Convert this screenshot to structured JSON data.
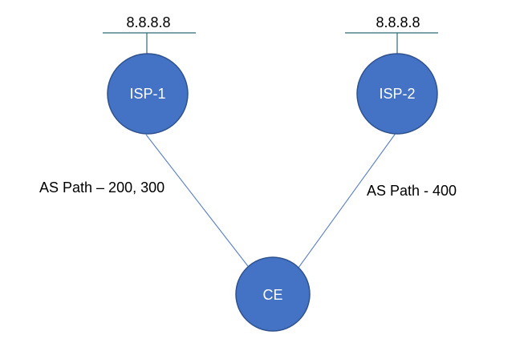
{
  "nodes": {
    "isp1": {
      "label": "ISP-1"
    },
    "isp2": {
      "label": "ISP-2"
    },
    "ce": {
      "label": "CE"
    }
  },
  "prefixes": {
    "isp1": "8.8.8.8",
    "isp2": "8.8.8.8"
  },
  "links": {
    "isp1_ce": {
      "label": "AS Path – 200, 300"
    },
    "isp2_ce": {
      "label": "AS Path - 400"
    }
  },
  "colors": {
    "node_fill": "#4472c4",
    "node_stroke": "#2f528f",
    "link": "#5b7fc4",
    "prefix_bar": "#2e6b74"
  }
}
